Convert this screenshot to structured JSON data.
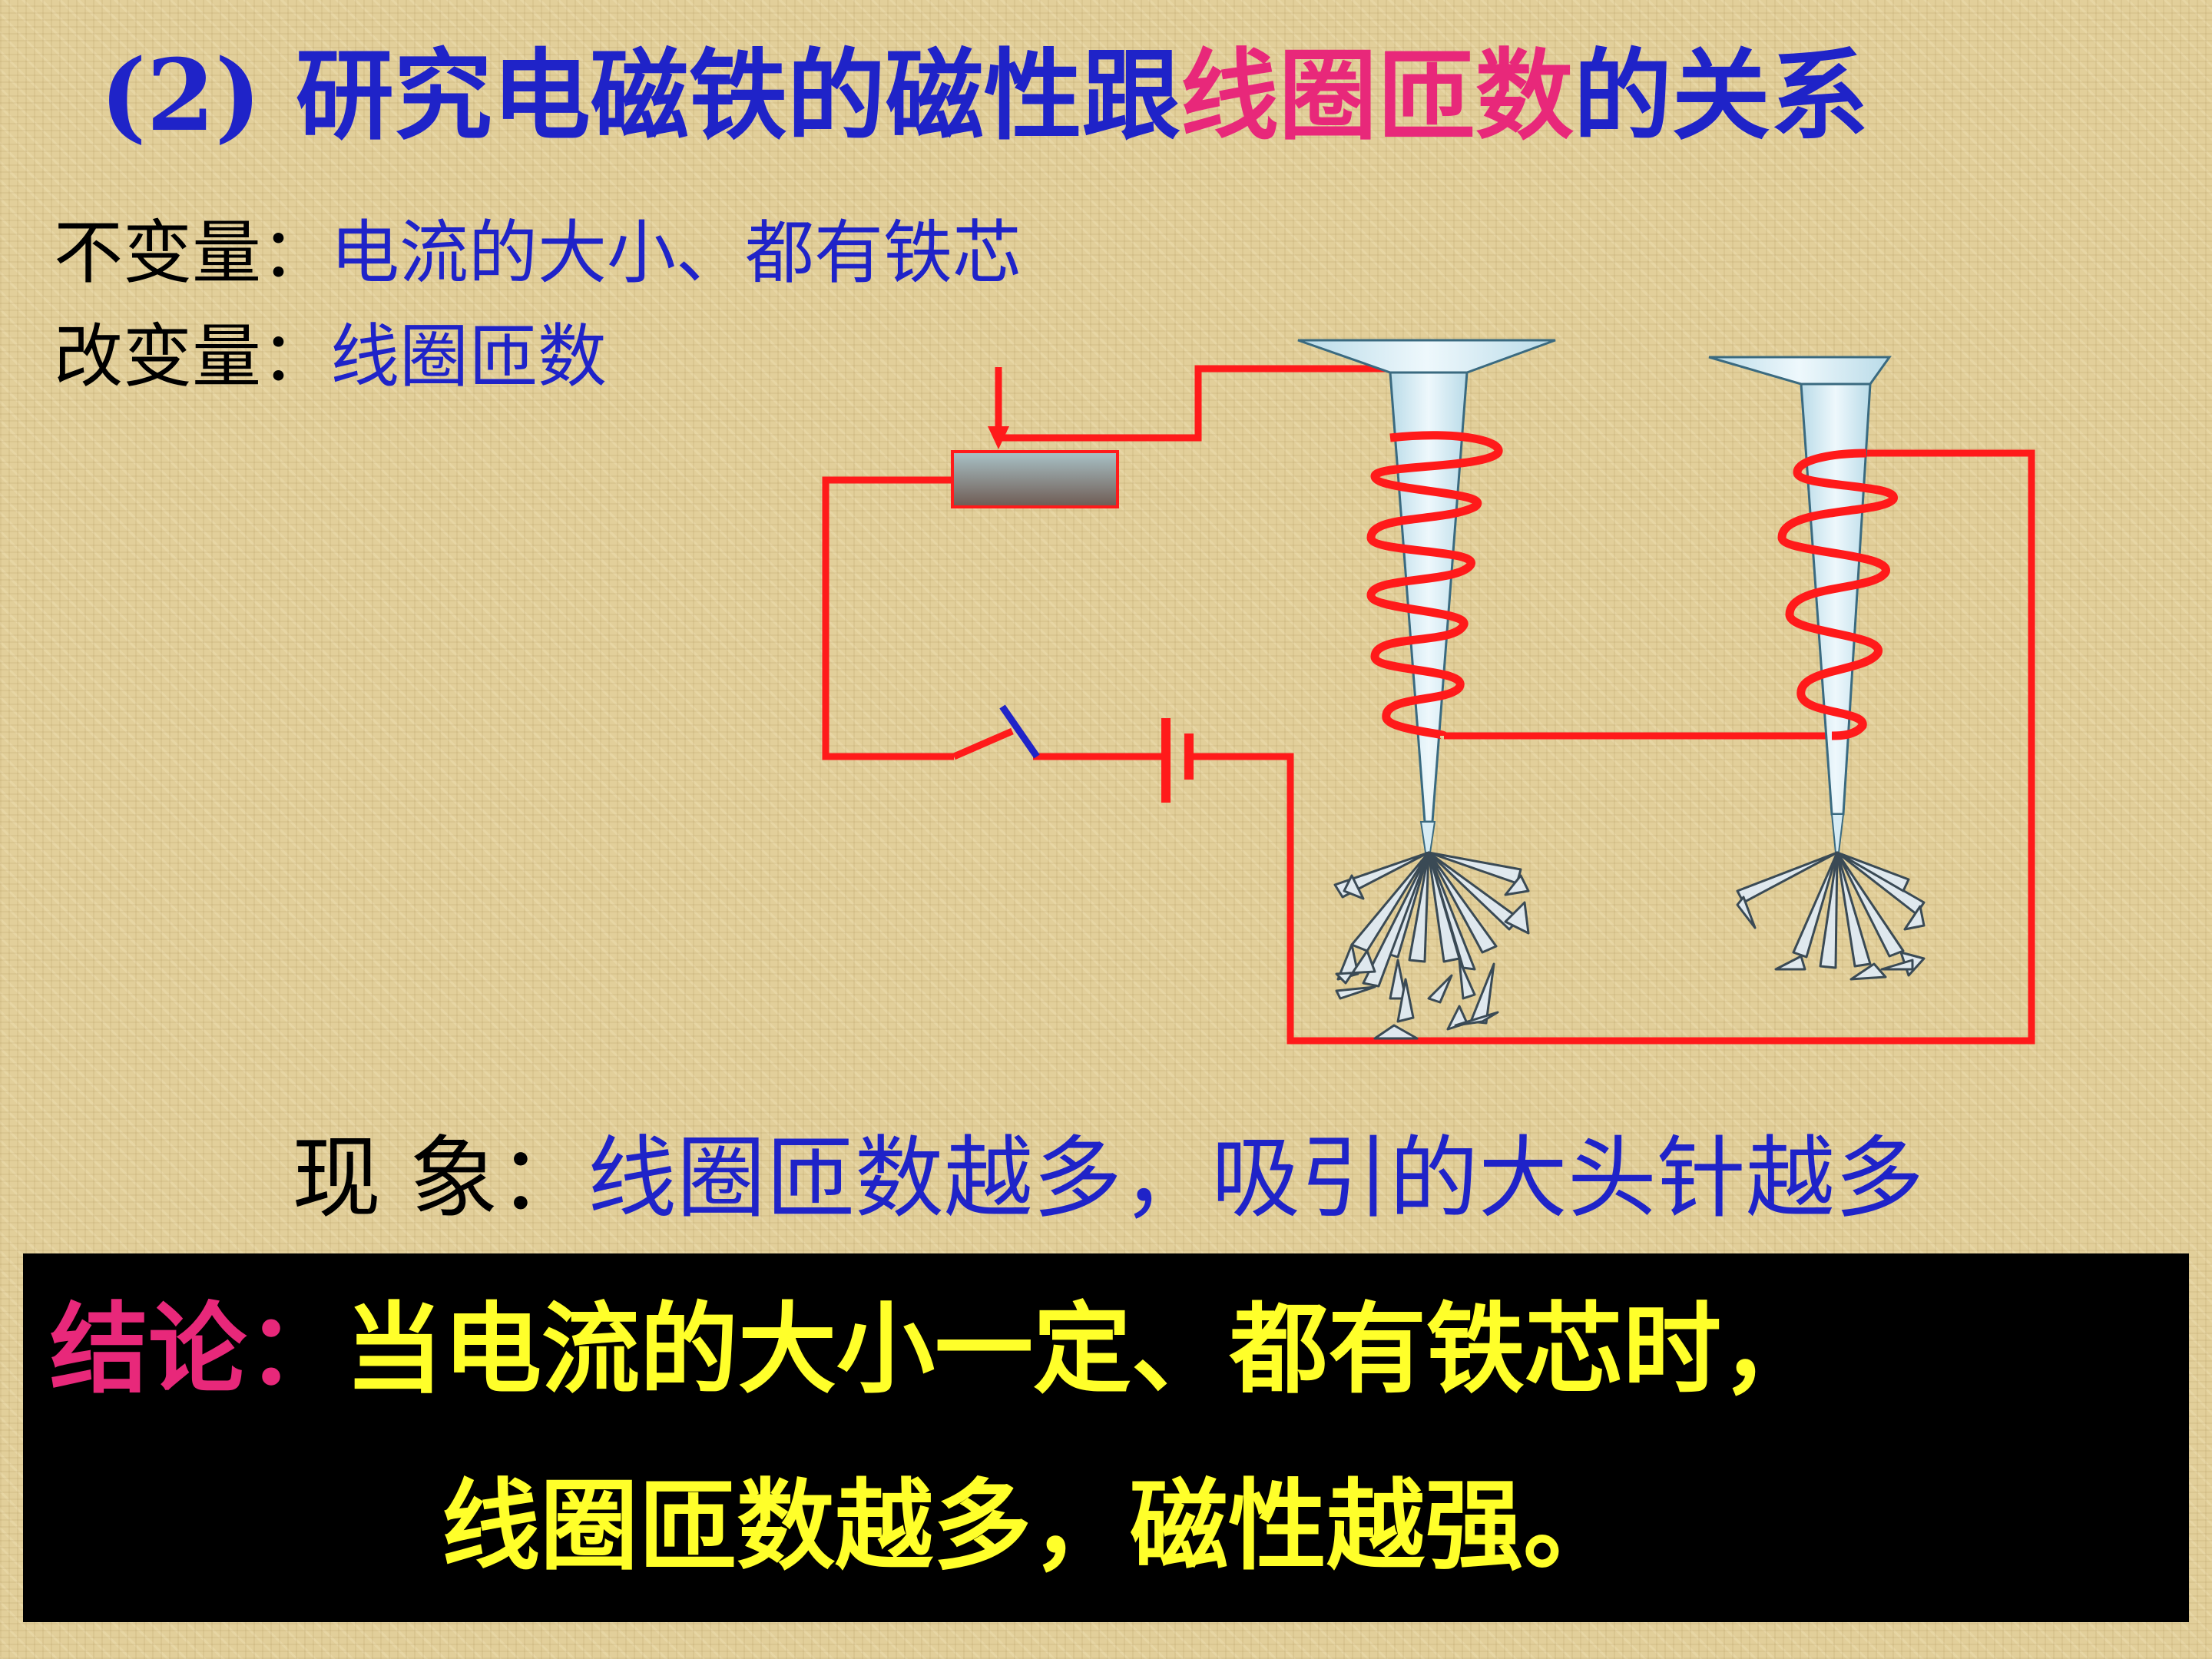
{
  "title": {
    "prefix": "(2) 研究电磁铁的磁性跟",
    "highlight": "线圈匝数",
    "suffix": "的关系",
    "color_main": "#1f23c8",
    "color_highlight": "#e8287a"
  },
  "constant_vars": {
    "label": "不变量：",
    "value": "电流的大小、都有铁芯"
  },
  "changed_vars": {
    "label": "改变量：",
    "value": "线圈匝数"
  },
  "phenomenon": {
    "label": "现 象：",
    "value": "线圈匝数越多，吸引的大头针越多"
  },
  "conclusion": {
    "label": "结论：",
    "line1": "当电流的大小一定、都有铁芯时，",
    "line2": "线圈匝数越多，磁性越强。"
  },
  "colors": {
    "wire": "#ff1a1a",
    "core": "#d6ecf5",
    "pin": "#dfe8ee",
    "background": "#e2cf9a"
  }
}
